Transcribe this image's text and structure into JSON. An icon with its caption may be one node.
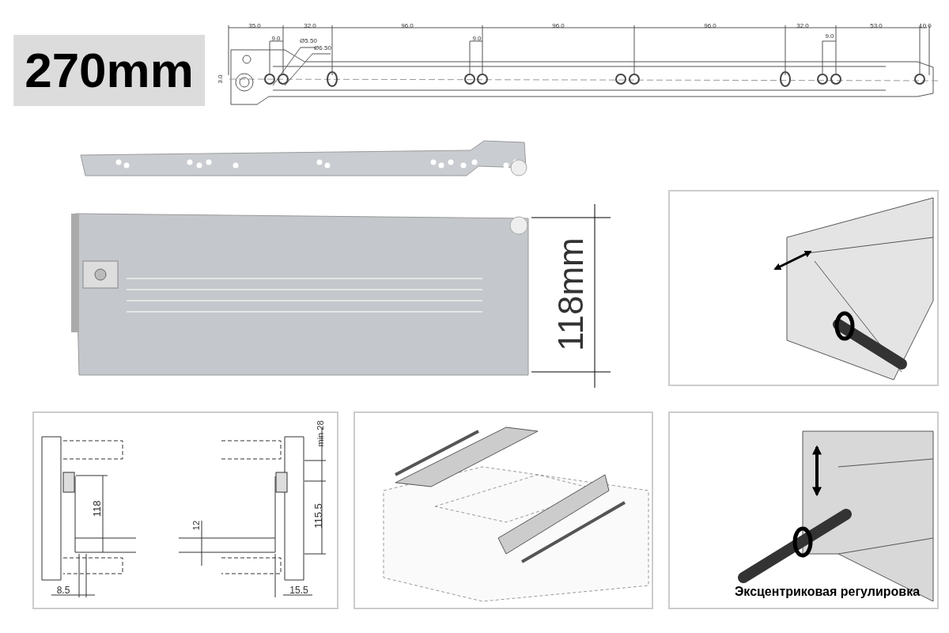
{
  "diagram": {
    "labels": [
      "270mm",
      "35.0",
      "32.0",
      "96.0",
      "96.0",
      "96.0",
      "32.0",
      "53.0",
      "10.0",
      "3.0",
      "9.0",
      "Ø5.50",
      "Ø6.50",
      "9.0",
      "9.0",
      "118mm",
      "min 28",
      "118",
      "12",
      "115.5",
      "8.5",
      "15.5",
      "Эксцентриковая регулировка"
    ]
  }
}
